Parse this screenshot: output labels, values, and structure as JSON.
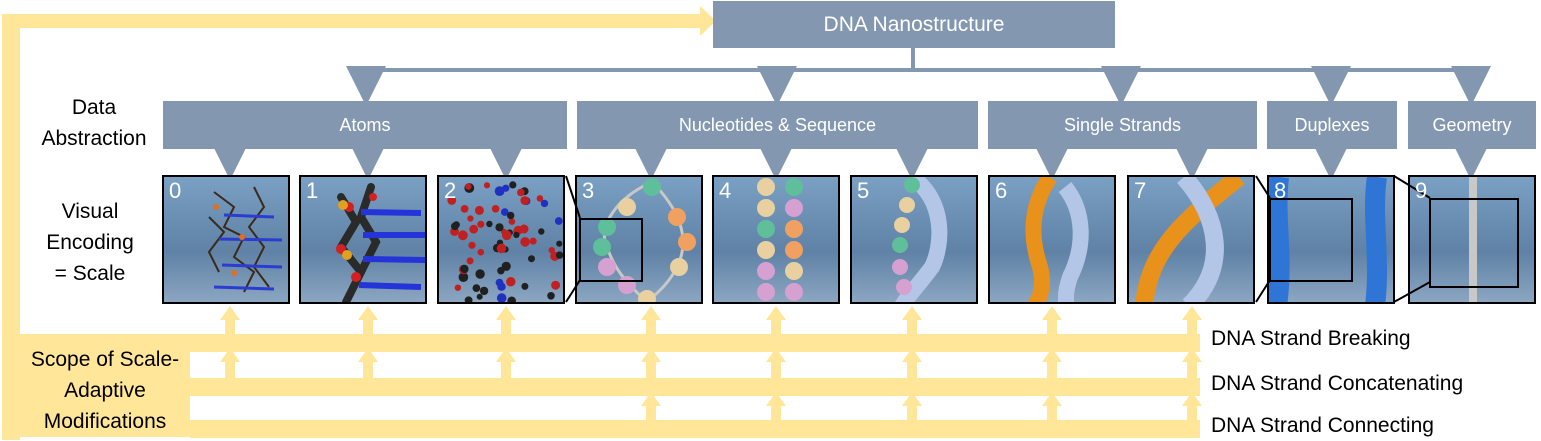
{
  "title": "DNA Nanostructure",
  "row_labels": {
    "data_abstraction": [
      "Data",
      "Abstraction"
    ],
    "visual_encoding": [
      "Visual",
      "Encoding",
      "= Scale"
    ]
  },
  "abstractions": [
    {
      "label": "Atoms"
    },
    {
      "label": "Nucleotides & Sequence"
    },
    {
      "label": "Single Strands"
    },
    {
      "label": "Duplexes"
    },
    {
      "label": "Geometry"
    }
  ],
  "panels": [
    {
      "number": "0",
      "depicts": "stick model"
    },
    {
      "number": "1",
      "depicts": "thick stick model"
    },
    {
      "number": "2",
      "depicts": "ball atoms"
    },
    {
      "number": "3",
      "depicts": "nucleotide beads"
    },
    {
      "number": "4",
      "depicts": "nucleotide beads"
    },
    {
      "number": "5",
      "depicts": "beads and tube"
    },
    {
      "number": "6",
      "depicts": "strand tubes"
    },
    {
      "number": "7",
      "depicts": "strand tubes"
    },
    {
      "number": "8",
      "depicts": "duplex cylinders"
    },
    {
      "number": "9",
      "depicts": "geometry line"
    }
  ],
  "scope_label": [
    "Scope of Scale-",
    "Adaptive",
    "Modifications"
  ],
  "modifications": [
    {
      "label": "DNA Strand Breaking"
    },
    {
      "label": "DNA Strand Concatenating"
    },
    {
      "label": "DNA Strand Connecting"
    }
  ],
  "colors": {
    "box_fill": "#8497b0",
    "connector": "#8497b0",
    "scope_band": "#ffe699",
    "strand_orange": "#e8921c",
    "strand_lightblue": "#b4c6e7",
    "duplex_blue": "#2f75d6"
  }
}
